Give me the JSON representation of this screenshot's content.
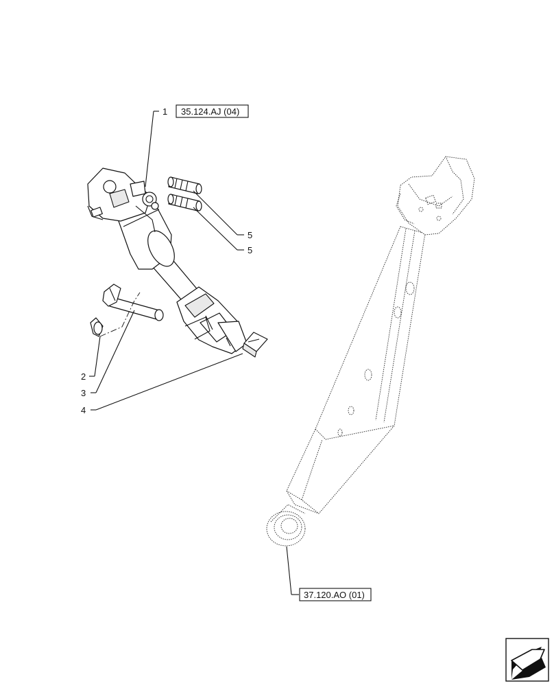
{
  "callouts": {
    "item1": "1",
    "item2": "2",
    "item3": "3",
    "item4": "4",
    "item5a": "5",
    "item5b": "5"
  },
  "references": {
    "top_ref": "35.124.AJ (04)",
    "bottom_ref": "37.120.AO (01)"
  },
  "icons": {
    "corner": "next-page-arrow-icon"
  }
}
